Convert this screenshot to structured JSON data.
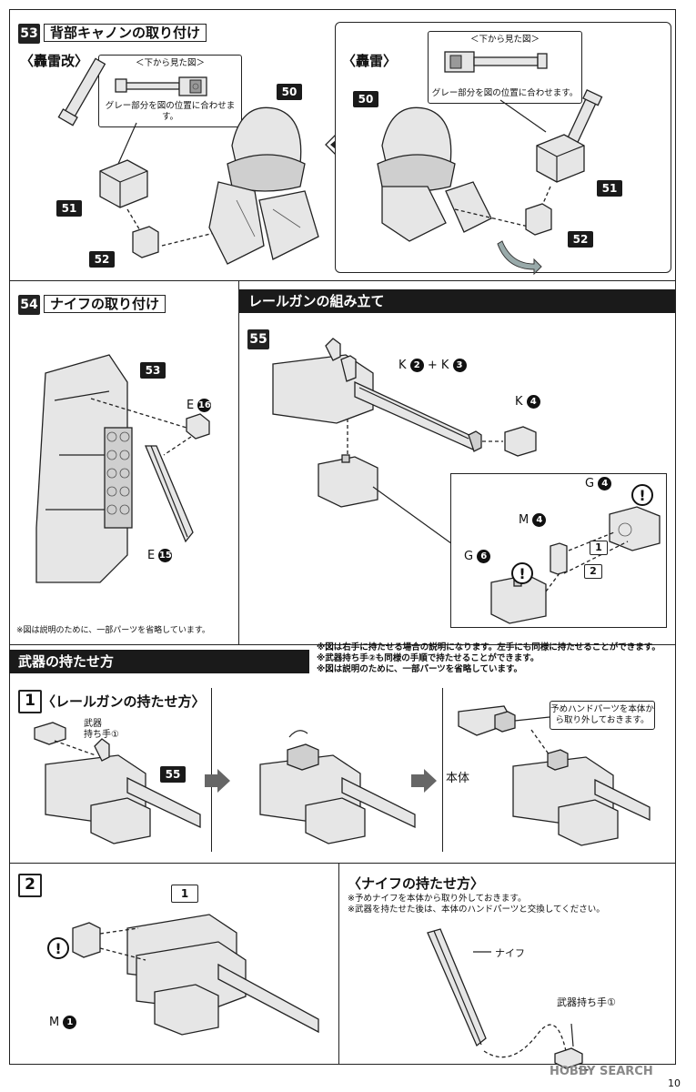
{
  "step53": {
    "num": "53",
    "title": "背部キャノンの取り付け",
    "variant_left": "〈轟雷改〉",
    "variant_right": "〈轟雷〉",
    "callout_left": {
      "top": "＜下から見た図＞",
      "bottom": "グレー部分を図の位置に合わせます。"
    },
    "callout_right": {
      "top": "＜下から見た図＞",
      "bottom": "グレー部分を図の位置に合わせます。"
    },
    "parts_left": {
      "a": "50",
      "b": "51",
      "c": "52"
    },
    "parts_right": {
      "a": "50",
      "b": "51",
      "c": "52"
    }
  },
  "step54": {
    "num": "54",
    "title": "ナイフの取り付け",
    "part_ref": "53",
    "label_e16": "E",
    "e16_num": "16",
    "label_e15": "E",
    "e15_num": "15",
    "note": "※図は説明のために、一部パーツを省略しています。"
  },
  "railgun": {
    "header": "レールガンの組み立て",
    "num": "55",
    "label_k": "K",
    "k2": "2",
    "plus": "+",
    "k3": "3",
    "k4_label": "K",
    "k4": "4",
    "g4_label": "G",
    "g4": "4",
    "m4_label": "M",
    "m4": "4",
    "g6_label": "G",
    "g6": "6",
    "order1": "1",
    "order2": "2"
  },
  "holding": {
    "header": "武器の持たせ方",
    "notes": [
      "※図は右手に持たせる場合の説明になります。左手にも同様に持たせることができます。",
      "※武器持ち手②も同様の手順で持たせることができます。",
      "※図は説明のために、一部パーツを省略しています。"
    ],
    "step1_num": "1",
    "step1_title": "〈レールガンの持たせ方〉",
    "hand_label_line1": "武器",
    "hand_label_line2": "持ち手①",
    "tag55": "55",
    "callout_hand": "予めハンドパーツを本体から取り外しておきます。",
    "body_label": "本体",
    "step2_num": "2",
    "tag1": "1",
    "m1_label": "M",
    "m1": "1",
    "knife_title": "〈ナイフの持たせ方〉",
    "knife_notes": [
      "※予めナイフを本体から取り外しておきます。",
      "※武器を持たせた後は、本体のハンドパーツと交換してください。"
    ],
    "knife_label": "ナイフ",
    "knife_hand_label": "武器持ち手①"
  },
  "footer": {
    "watermark": "HOBBY SEARCH",
    "page": "10"
  }
}
